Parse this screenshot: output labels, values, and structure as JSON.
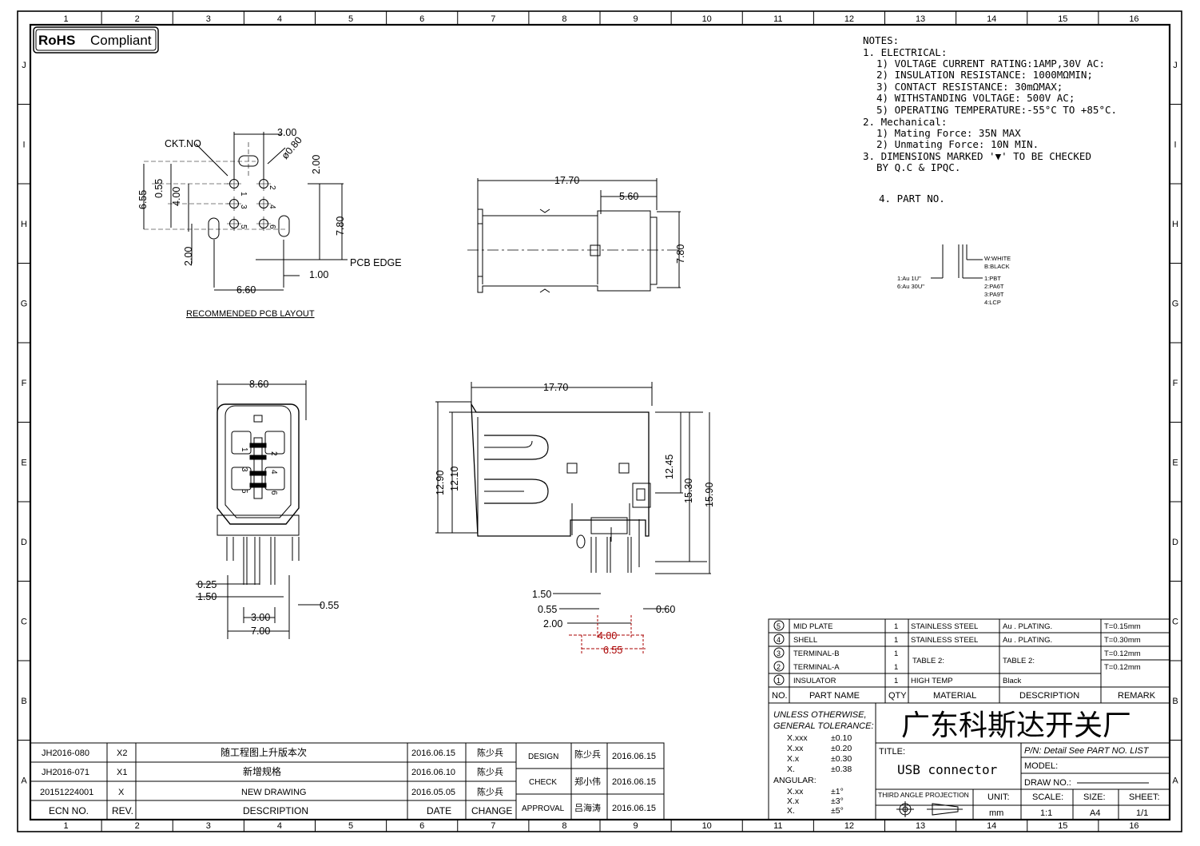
{
  "grid": {
    "columns": [
      "1",
      "2",
      "3",
      "4",
      "5",
      "6",
      "7",
      "8",
      "9",
      "10",
      "11",
      "12",
      "13",
      "14",
      "15",
      "16"
    ],
    "rows": [
      "J",
      "I",
      "H",
      "G",
      "F",
      "E",
      "D",
      "C",
      "B",
      "A"
    ]
  },
  "rohs": "RoHS",
  "rohs_suffix": "Compliant",
  "notes": [
    "NOTES:",
    "1. ELECTRICAL:",
    "1) VOLTAGE CURRENT RATING:1AMP,30V AC:",
    "2) INSULATION RESISTANCE: 1000MΩMIN;",
    "3) CONTACT RESISTANCE: 30mΩMAX;",
    "4) WITHSTANDING VOLTAGE: 500V AC;",
    "5) OPERATING TEMPERATURE:-55°C TO +85°C.",
    "2. Mechanical:",
    "1) Mating Force: 35N   MAX",
    "2) Unmating Force: 10N   MIN.",
    "3. DIMENSIONS MARKED '▼' TO BE CHECKED",
    "BY Q.C & IPQC.",
    "4. PART NO."
  ],
  "part_no": {
    "color_options": [
      "W:WHITE",
      "B:BLACK"
    ],
    "plating_options": [
      "1:Au 1U\"",
      "6:Au 30U\""
    ],
    "material_options": [
      "1:PBT",
      "2:PA6T",
      "3:PA9T",
      "4:LCP"
    ]
  },
  "pcb_layout": {
    "title": "RECOMMENDED PCB LAYOUT",
    "ckt_label": "CKT.NO",
    "edge_label": "PCB EDGE",
    "dims": [
      "3.00",
      "ø0.80",
      "2.00",
      "6.55",
      "0.55",
      "4.00",
      "7.80",
      "2.00",
      "1.00",
      "6.60"
    ],
    "pins": [
      "1",
      "2",
      "3",
      "4",
      "5",
      "6"
    ]
  },
  "top_view": {
    "dims": [
      "17.70",
      "5.60",
      "7.80"
    ]
  },
  "front_view": {
    "dims": [
      "8.60",
      "0.25",
      "1.50",
      "0.55",
      "3.00",
      "7.00"
    ],
    "pins": [
      "1",
      "2",
      "3",
      "4",
      "5",
      "6"
    ]
  },
  "side_view": {
    "dims": [
      "17.70",
      "12.90",
      "12.10",
      "12.45",
      "15.30",
      "15.90",
      "1.50",
      "0.55",
      "2.00",
      "0.60",
      "4.00",
      "6.55"
    ]
  },
  "bom": {
    "rows": [
      {
        "no": "5",
        "part": "MID PLATE",
        "qty": "1",
        "material": "STAINLESS STEEL",
        "desc": "Au . PLATING.",
        "remark": "T=0.15mm"
      },
      {
        "no": "4",
        "part": "SHELL",
        "qty": "1",
        "material": "STAINLESS STEEL",
        "desc": "Au . PLATING.",
        "remark": "T=0.30mm"
      },
      {
        "no": "3",
        "part": "TERMINAL-B",
        "qty": "1",
        "material": "TABLE 2:",
        "desc": "TABLE 2:",
        "remark": "T=0.12mm"
      },
      {
        "no": "2",
        "part": "TERMINAL-A",
        "qty": "1",
        "material": "",
        "desc": "",
        "remark": "T=0.12mm"
      },
      {
        "no": "1",
        "part": "INSULATOR",
        "qty": "1",
        "material": "HIGH TEMP",
        "desc": "Black",
        "remark": ""
      }
    ],
    "headers": [
      "NO.",
      "PART NAME",
      "QTY",
      "MATERIAL",
      "DESCRIPTION",
      "REMARK"
    ]
  },
  "title_block": {
    "tolerance_title": [
      "UNLESS OTHERWISE,",
      "GENERAL TOLERANCE:"
    ],
    "tolerances": [
      {
        "k": "X.xxx",
        "v": "±0.10"
      },
      {
        "k": "X.xx",
        "v": "±0.20"
      },
      {
        "k": "X.x",
        "v": "±0.30"
      },
      {
        "k": "X.",
        "v": "±0.38"
      }
    ],
    "angular_label": "ANGULAR:",
    "angular": [
      {
        "k": "X.xx",
        "v": "±1°"
      },
      {
        "k": "X.x",
        "v": "±3°"
      },
      {
        "k": "X.",
        "v": "±5°"
      }
    ],
    "company": "广东科斯达开关厂",
    "title_label": "TITLE:",
    "title": "USB connector",
    "pn": "P/N: Detail  See  PART  NO.  LIST",
    "model": "MODEL:",
    "draw_no": "DRAW  NO.:",
    "projection": "THIRD ANGLE PROJECTION",
    "unit_label": "UNIT:",
    "unit": "mm",
    "scale_label": "SCALE:",
    "scale": "1:1",
    "size_label": "SIZE:",
    "size": "A4",
    "sheet_label": "SHEET:",
    "sheet": "1/1"
  },
  "revisions": {
    "rows": [
      {
        "ecn": "JH2016-080",
        "rev": "X2",
        "desc": "随工程图上升版本次",
        "date": "2016.06.15",
        "change": "陈少兵"
      },
      {
        "ecn": "JH2016-071",
        "rev": "X1",
        "desc": "新增规格",
        "date": "2016.06.10",
        "change": "陈少兵"
      },
      {
        "ecn": "20151224001",
        "rev": "X",
        "desc": "NEW DRAWING",
        "date": "2016.05.05",
        "change": "陈少兵"
      }
    ],
    "headers": {
      "ecn": "ECN  NO.",
      "rev": "REV.",
      "desc": "DESCRIPTION",
      "date": "DATE",
      "change": "CHANGE"
    }
  },
  "approvals": [
    {
      "role": "DESIGN",
      "name": "陈少兵",
      "date": "2016.06.15"
    },
    {
      "role": "CHECK",
      "name": "郑小伟",
      "date": "2016.06.15"
    },
    {
      "role": "APPROVAL",
      "name": "吕海涛",
      "date": "2016.06.15"
    }
  ]
}
